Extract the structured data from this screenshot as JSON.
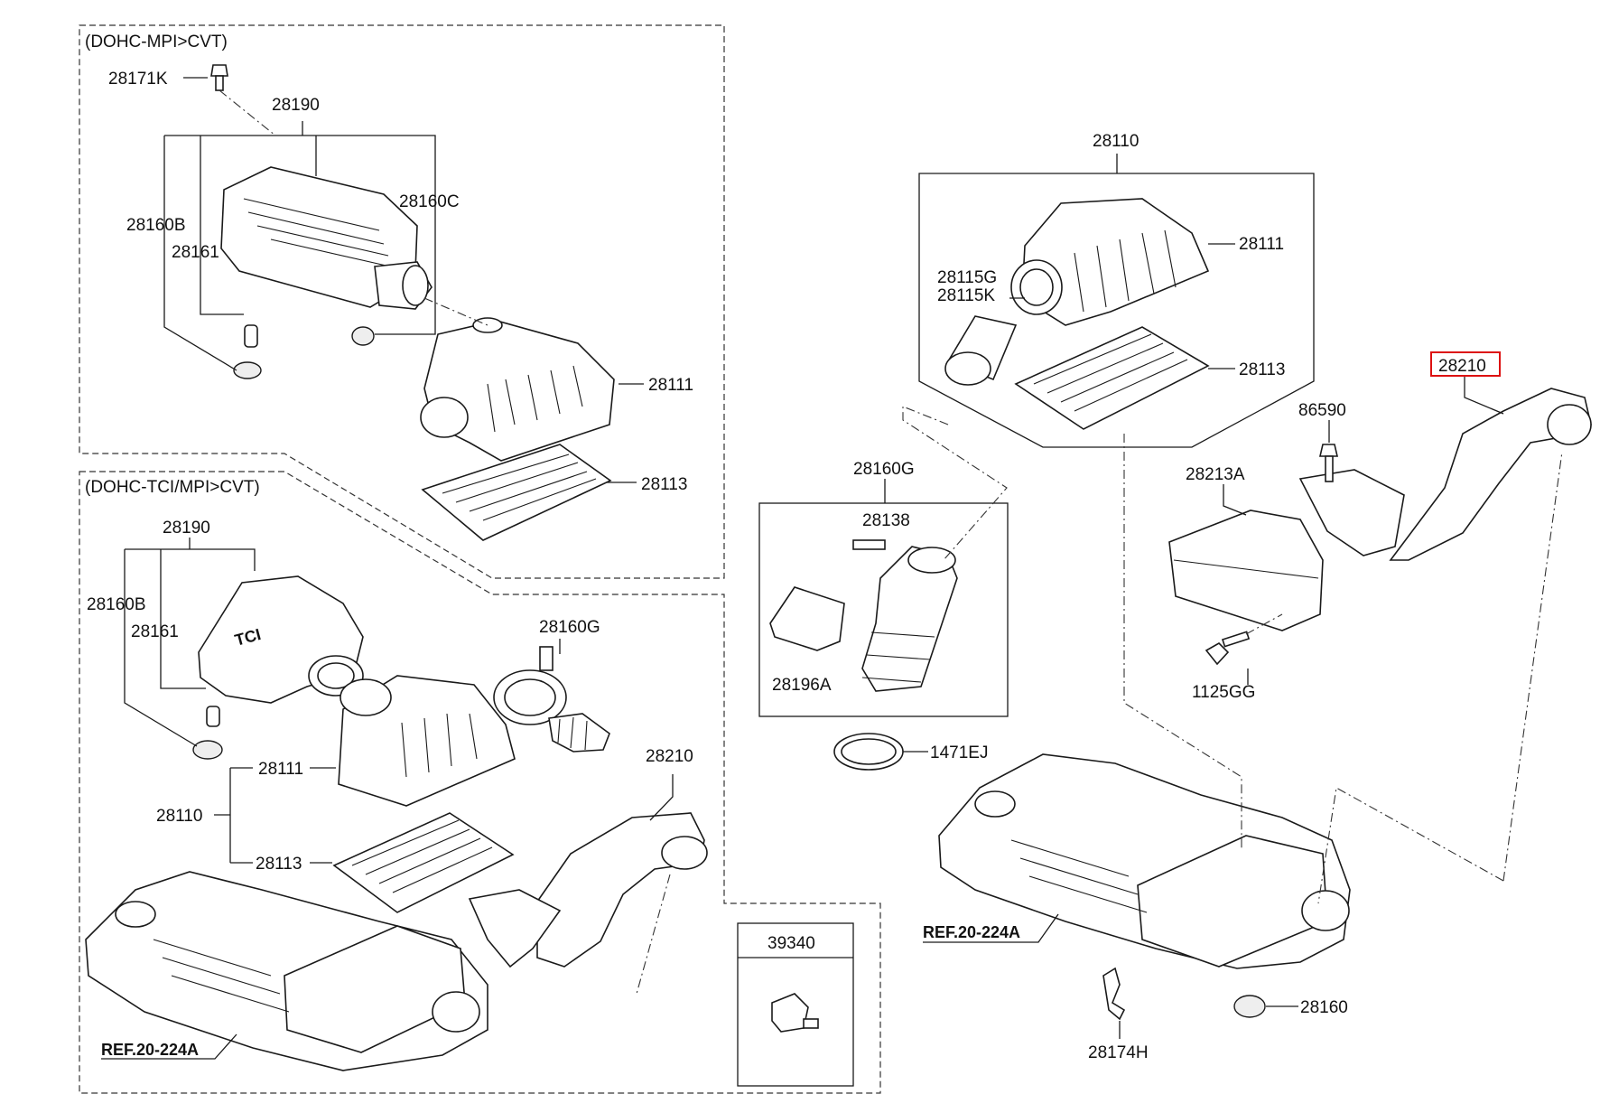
{
  "diagram": {
    "sections": {
      "top_left_title": "(DOHC-MPI>CVT)",
      "bottom_left_title": "(DOHC-TCI/MPI>CVT)"
    },
    "references": {
      "ref_left": "REF.20-224A",
      "ref_right": "REF.20-224A"
    },
    "labels": {
      "a_28171K": "28171K",
      "a_28190": "28190",
      "a_28160B": "28160B",
      "a_28161": "28161",
      "a_28160C": "28160C",
      "a_28111": "28111",
      "a_28113": "28113",
      "b_28190": "28190",
      "b_28160B": "28160B",
      "b_28161": "28161",
      "b_28160G": "28160G",
      "b_28111": "28111",
      "b_28110": "28110",
      "b_28113": "28113",
      "b_28210": "28210",
      "b_39340": "39340",
      "c_28110": "28110",
      "c_28111": "28111",
      "c_28115G": "28115G",
      "c_28115K": "28115K",
      "c_28113": "28113",
      "c_28160G": "28160G",
      "c_28138": "28138",
      "c_28196A": "28196A",
      "c_1471EJ": "1471EJ",
      "c_28210": "28210",
      "c_86590": "86590",
      "c_28213A": "28213A",
      "c_1125GG": "1125GG",
      "c_28160": "28160",
      "c_28174H": "28174H"
    },
    "highlight_color": "#dd1111"
  }
}
